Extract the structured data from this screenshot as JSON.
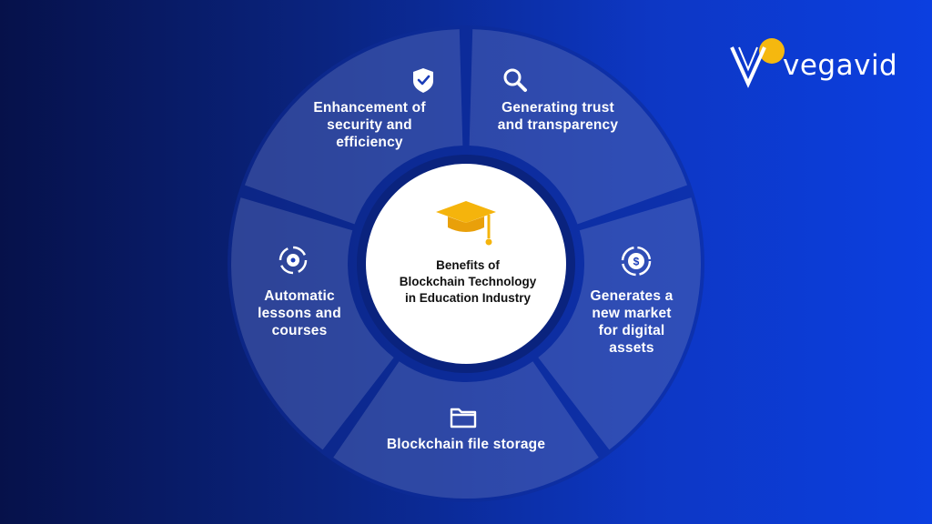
{
  "brand": {
    "name": "vegavid",
    "accent": "#f5b80f"
  },
  "center": {
    "line1": "Benefits of",
    "line2": "Blockchain Technology",
    "line3": "in Education Industry",
    "icon": "graduation-cap-icon"
  },
  "segments": [
    {
      "id": "security",
      "icon": "shield-check-icon",
      "lines": [
        "Enhancement of",
        "security and",
        "efficiency"
      ]
    },
    {
      "id": "trust",
      "icon": "magnifier-icon",
      "lines": [
        "Generating trust",
        "and transparency"
      ]
    },
    {
      "id": "market",
      "icon": "dollar-coin-icon",
      "lines": [
        "Generates a",
        "new market",
        "for digital",
        "assets"
      ]
    },
    {
      "id": "storage",
      "icon": "folder-icon",
      "lines": [
        "Blockchain file storage"
      ]
    },
    {
      "id": "lessons",
      "icon": "gear-cycle-icon",
      "lines": [
        "Automatic",
        "lessons and",
        "courses"
      ]
    }
  ],
  "colors": {
    "segment_fill": "#ffffff",
    "center_fill": "#ffffff",
    "ring_fill": "#1434a8"
  }
}
